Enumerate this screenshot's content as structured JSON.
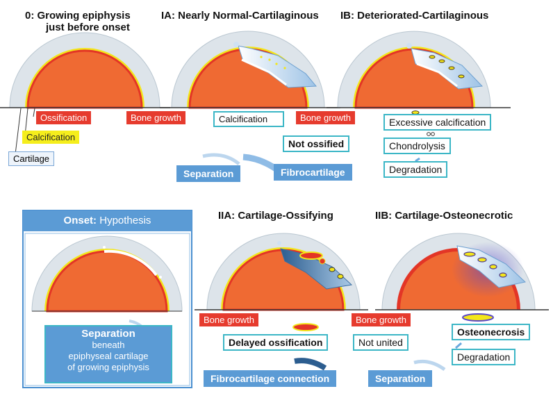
{
  "top": {
    "panel0": {
      "title_line1": "0: Growing epiphysis",
      "title_line2": "just before onset",
      "ossification": "Ossification",
      "calcification": "Calcification",
      "cartilage": "Cartilage"
    },
    "panelIA": {
      "title": "IA: Nearly Normal-Cartilaginous",
      "bone_growth": "Bone growth",
      "calcification": "Calcification",
      "not_ossified": "Not ossified",
      "separation": "Separation",
      "fibrocartilage": "Fibrocartilage"
    },
    "panelIB": {
      "title": "IB: Deteriorated-Cartilaginous",
      "bone_growth": "Bone growth",
      "excessive": "Excessive calcification",
      "chondrolysis": "Chondrolysis",
      "degradation": "Degradation"
    }
  },
  "bottom": {
    "onset": {
      "header_bold": "Onset:",
      "header_rest": " Hypothesis",
      "sep_bold": "Separation",
      "sep_line2": "beneath",
      "sep_line3": "epiphyseal cartilage",
      "sep_line4": "of growing epiphysis"
    },
    "panelIIA": {
      "title": "IIA: Cartilage-Ossifying",
      "bone_growth": "Bone growth",
      "delayed": "Delayed ossification",
      "fibro_conn": "Fibrocartilage connection"
    },
    "panelIIB": {
      "title": "IIB: Cartilage-Osteonecrotic",
      "bone_growth": "Bone growth",
      "not_united": "Not united",
      "separation": "Separation",
      "osteonecrosis": "Osteonecrosis",
      "degradation": "Degradation"
    }
  },
  "colors": {
    "bone": "#ef6a33",
    "bone_edge": "#e33526",
    "calc_line": "#f3e61a",
    "cartilage": "#dde4ea",
    "cartilage_edge": "#b9c6d0",
    "label_red": "#e63b2e",
    "label_yellow": "#f5ee1c",
    "box_cyan": "#3bb6c6",
    "button_blue": "#5b9bd5",
    "onset_frame": "#4a8fd0"
  }
}
